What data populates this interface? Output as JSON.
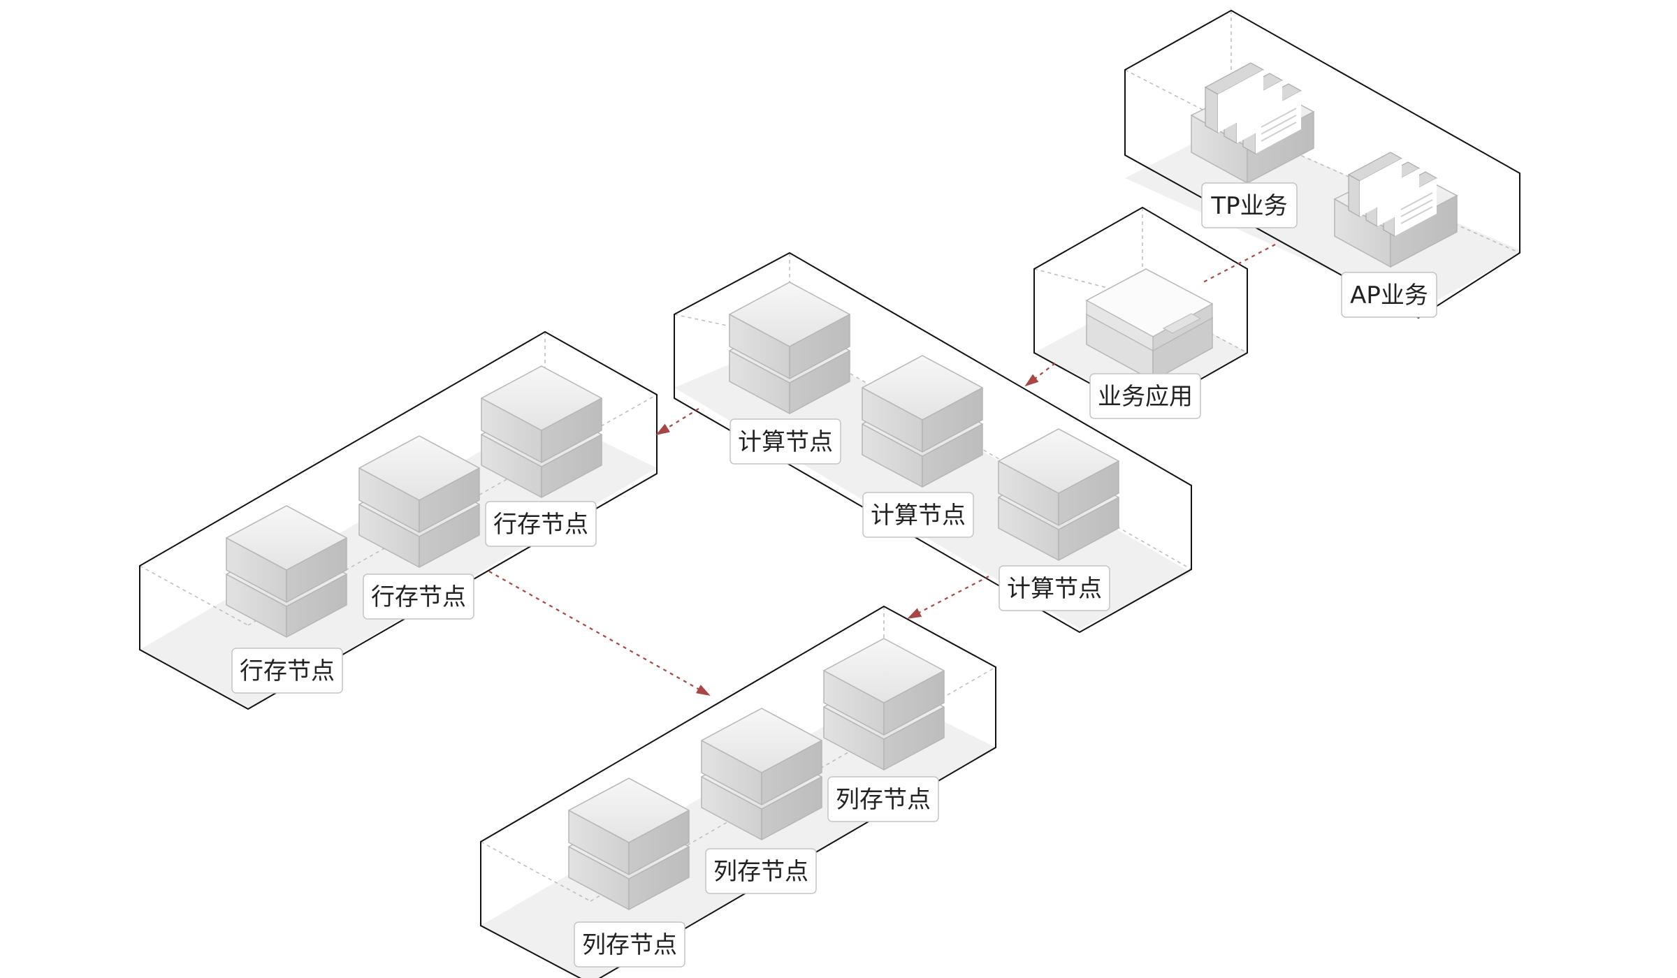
{
  "colors": {
    "edge": "#111111",
    "hidden_edge": "#bbbbbb",
    "arrow": "#a84646",
    "node_top": "#f1f1f1",
    "node_side": "#dadada",
    "node_stroke": "#b5b5b5",
    "floor": "#eeeeee"
  },
  "clusters": {
    "business": {
      "tp_label": "TP业务",
      "ap_label": "AP业务"
    },
    "application": {
      "label": "业务应用"
    },
    "compute": {
      "labels": [
        "计算节点",
        "计算节点",
        "计算节点"
      ]
    },
    "row_store": {
      "labels": [
        "行存节点",
        "行存节点",
        "行存节点"
      ]
    },
    "column_store": {
      "labels": [
        "列存节点",
        "列存节点",
        "列存节点"
      ]
    }
  },
  "edges": [
    {
      "from": "业务",
      "to": "业务应用"
    },
    {
      "from": "业务应用",
      "to": "计算节点"
    },
    {
      "from": "计算节点",
      "to": "行存节点"
    },
    {
      "from": "计算节点",
      "to": "列存节点"
    },
    {
      "from": "行存节点",
      "to": "列存节点"
    }
  ]
}
